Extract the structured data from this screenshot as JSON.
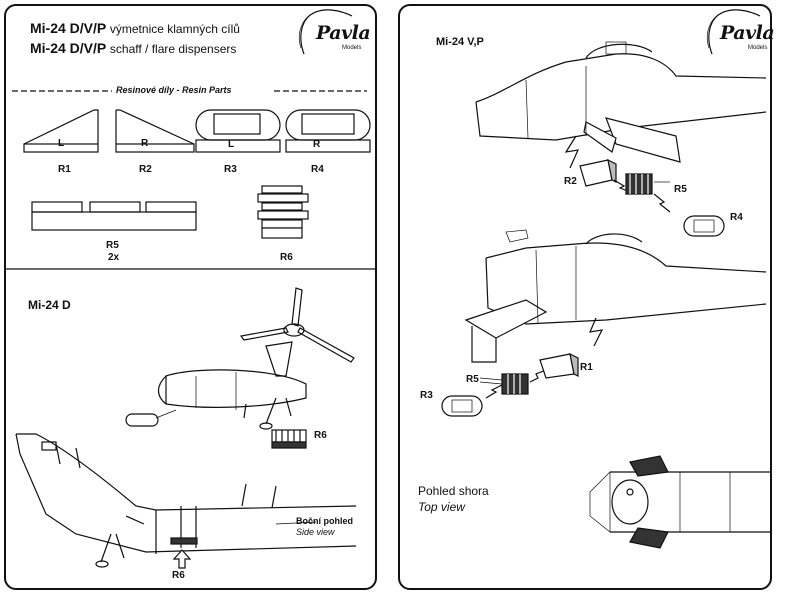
{
  "left_panel": {
    "title_line_1_model": "Mi-24 D/V/P",
    "title_line_1_desc": "výmetnice klamných cílů",
    "title_line_2_model": "Mi-24 D/V/P",
    "title_line_2_desc": "schaff / flare dispensers",
    "logo_text": "Pavla",
    "logo_sub": "Models",
    "resin_header": "Resinové díly - Resin Parts",
    "parts": [
      {
        "id": "R1",
        "mark": "L"
      },
      {
        "id": "R2",
        "mark": "R"
      },
      {
        "id": "R3",
        "mark": "L"
      },
      {
        "id": "R4",
        "mark": "R"
      }
    ],
    "r5_label": "R5",
    "r5_qty": "2x",
    "r6_label": "R6",
    "section_title": "Mi-24 D",
    "callout_r6_top": "R6",
    "callout_r6_bottom": "R6",
    "side_view_cz": "Boční pohled",
    "side_view_en": "Side view"
  },
  "right_panel": {
    "logo_text": "Pavla",
    "logo_sub": "Models",
    "section_title": "Mi-24 V,P",
    "callouts_upper": {
      "r2": "R2",
      "r5": "R5",
      "r4": "R4"
    },
    "callouts_lower": {
      "r5": "R5",
      "r1": "R1",
      "r3": "R3"
    },
    "top_view_cz": "Pohled shora",
    "top_view_en": "Top view"
  }
}
